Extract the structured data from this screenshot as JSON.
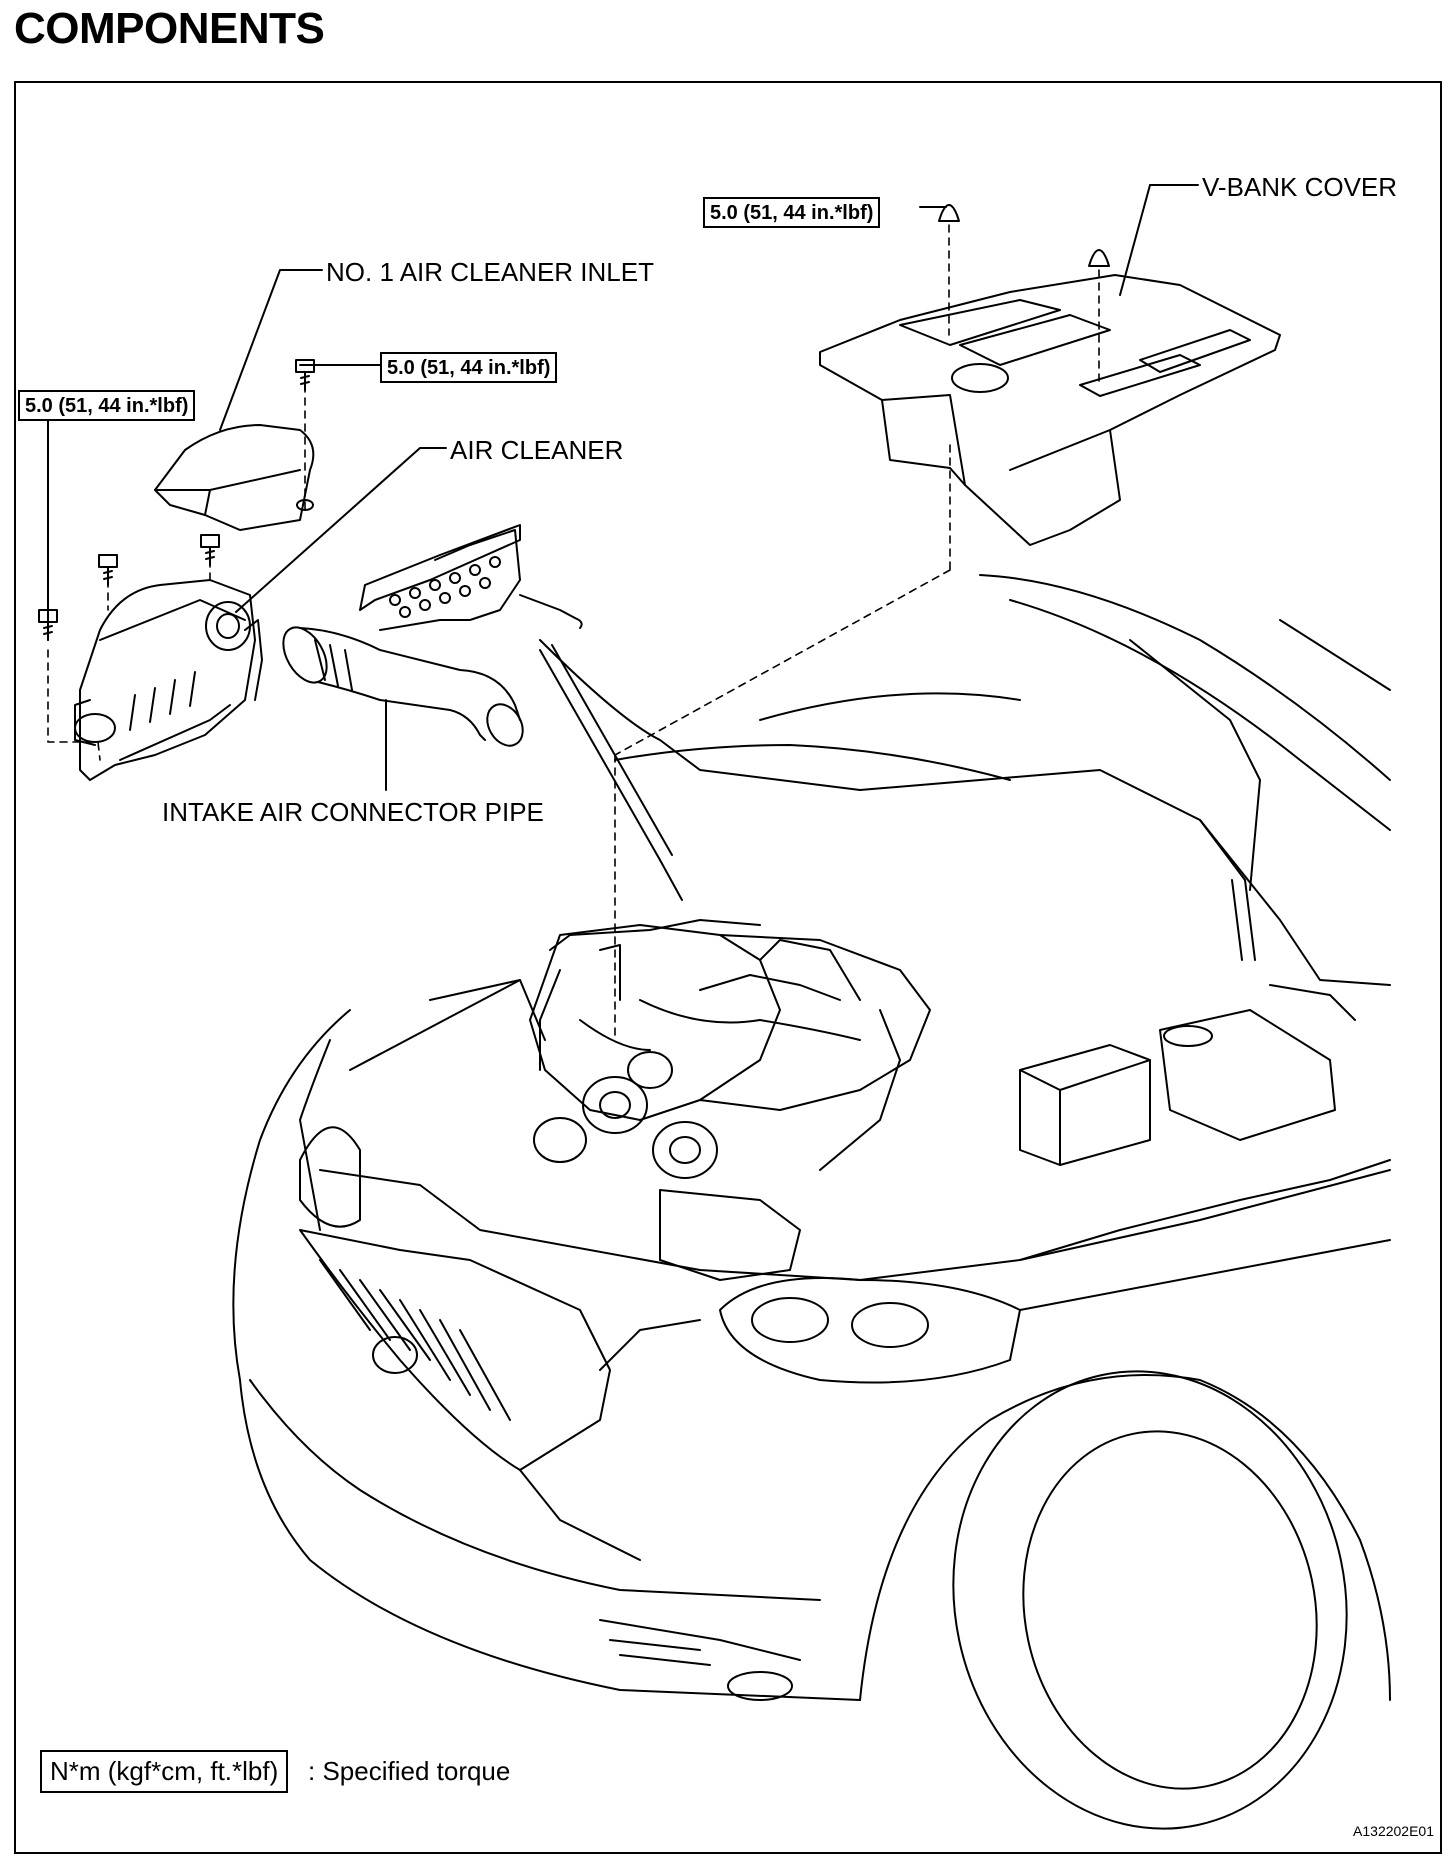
{
  "title": "COMPONENTS",
  "labels": {
    "v_bank_cover": "V-BANK COVER",
    "air_cleaner_inlet": "NO. 1 AIR CLEANER INLET",
    "air_cleaner": "AIR CLEANER",
    "intake_pipe": "INTAKE AIR CONNECTOR PIPE"
  },
  "torque": {
    "v_bank_nut": "5.0 (51, 44 in.*lbf)",
    "inlet_bolt": "5.0 (51, 44 in.*lbf)",
    "air_cleaner_bolt": "5.0 (51, 44 in.*lbf)"
  },
  "legend": {
    "unit_box": "N*m (kgf*cm, ft.*lbf)",
    "description": ": Specified torque"
  },
  "figure_id": "A132202E01"
}
